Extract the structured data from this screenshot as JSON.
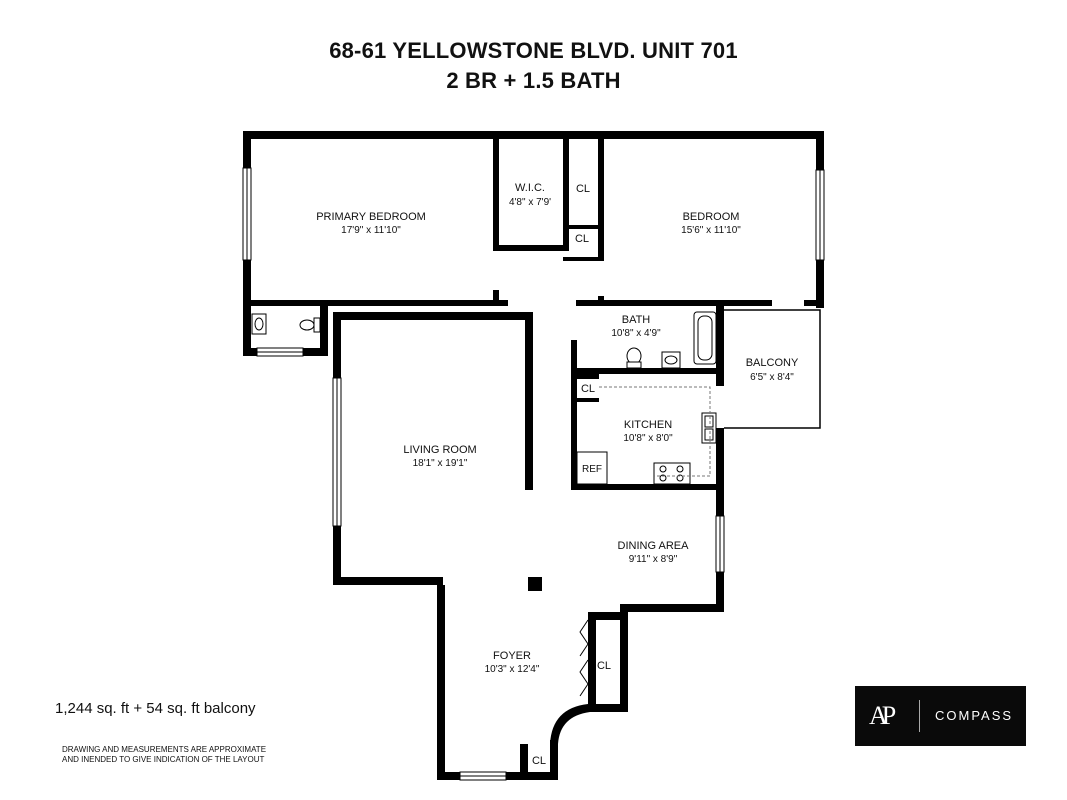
{
  "header": {
    "title": "68-61 YELLOWSTONE BLVD. UNIT 701",
    "subtitle": "2 BR + 1.5 BATH"
  },
  "rooms": {
    "primary_bedroom": {
      "name": "PRIMARY BEDROOM",
      "dims": "17'9\" x 11'10\""
    },
    "wic": {
      "name": "W.I.C.",
      "dims": "4'8\" x 7'9'"
    },
    "closet_1": {
      "name": "CL"
    },
    "closet_2": {
      "name": "CL"
    },
    "bedroom": {
      "name": "BEDROOM",
      "dims": "15'6\" x 11'10\""
    },
    "bath": {
      "name": "BATH",
      "dims": "10'8\" x 4'9\""
    },
    "balcony": {
      "name": "BALCONY",
      "dims": "6'5\" x 8'4\""
    },
    "kitchen_closet": {
      "name": "CL"
    },
    "kitchen": {
      "name": "KITCHEN",
      "dims": "10'8\" x 8'0\""
    },
    "ref": {
      "name": "REF"
    },
    "living_room": {
      "name": "LIVING ROOM",
      "dims": "18'1\" x 19'1\""
    },
    "dining_area": {
      "name": "DINING AREA",
      "dims": "9'11\" x 8'9\""
    },
    "foyer": {
      "name": "FOYER",
      "dims": "10'3\" x 12'4\""
    },
    "foyer_closet": {
      "name": "CL"
    },
    "entry_closet": {
      "name": "CL"
    }
  },
  "footer": {
    "area": "1,244 sq. ft + 54 sq. ft balcony",
    "disclaimer_line1": "DRAWING AND MEASUREMENTS ARE APPROXIMATE",
    "disclaimer_line2": "AND INENDED TO GIVE INDICATION OF THE LAYOUT"
  },
  "branding": {
    "monogram": "AP",
    "brand": "COMPASS"
  },
  "colors": {
    "wall": "#000000",
    "background": "#ffffff",
    "logo_background": "#0a0a0a"
  }
}
